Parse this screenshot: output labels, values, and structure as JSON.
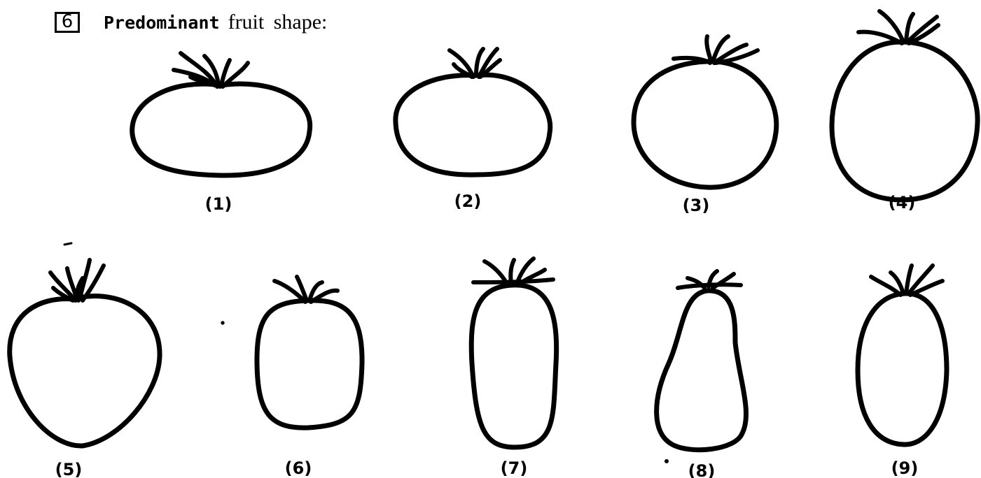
{
  "header": {
    "number": "6",
    "keyword": "Predominant",
    "title_rest": "fruit shape:"
  },
  "shapes": [
    {
      "label": "(1)",
      "icon": "flattened-fruit"
    },
    {
      "label": "(2)",
      "icon": "slightly-flattened-fruit"
    },
    {
      "label": "(3)",
      "icon": "rounded-fruit"
    },
    {
      "label": "(4)",
      "icon": "high-rounded-fruit"
    },
    {
      "label": "(5)",
      "icon": "heart-shaped-fruit"
    },
    {
      "label": "(6)",
      "icon": "cylindrical-fruit"
    },
    {
      "label": "(7)",
      "icon": "long-cylindrical-fruit"
    },
    {
      "label": "(8)",
      "icon": "pear-shaped-fruit"
    },
    {
      "label": "(9)",
      "icon": "elongated-fruit"
    }
  ]
}
